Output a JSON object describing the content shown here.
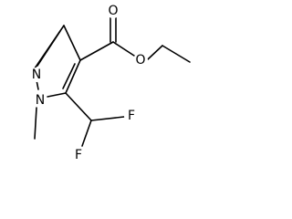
{
  "molecule": {
    "atoms": [
      {
        "id": "a1",
        "symbol": "N"
      },
      {
        "id": "a2",
        "symbol": "N"
      },
      {
        "id": "a3",
        "symbol": "O"
      },
      {
        "id": "a4",
        "symbol": "O"
      },
      {
        "id": "a5",
        "symbol": "F"
      },
      {
        "id": "a6",
        "symbol": "F"
      }
    ],
    "colors": {
      "bond": "#000000",
      "label": "#000000",
      "background": "#ffffff"
    }
  }
}
